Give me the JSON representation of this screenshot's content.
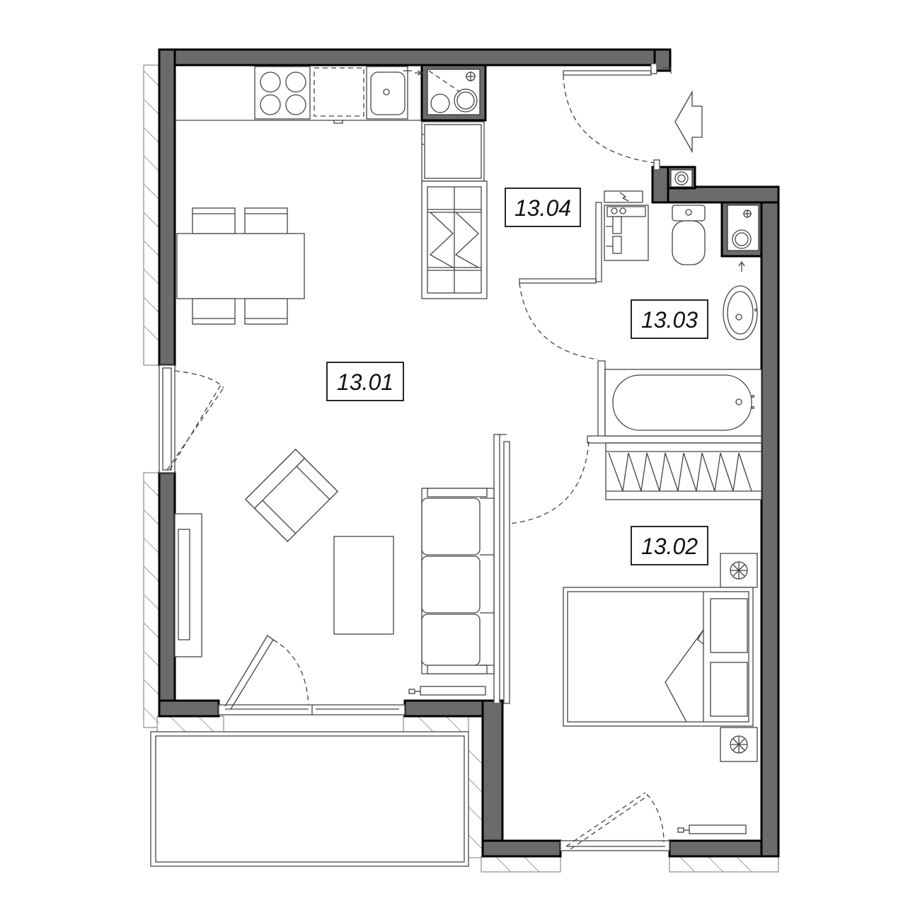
{
  "plan": {
    "rooms": [
      {
        "id": "13.01",
        "label": "13.01"
      },
      {
        "id": "13.02",
        "label": "13.02"
      },
      {
        "id": "13.03",
        "label": "13.03"
      },
      {
        "id": "13.04",
        "label": "13.04"
      }
    ],
    "entrance_arrow": "entrance-arrow-icon",
    "colors": {
      "wall_fill": "#6b6b6b",
      "wall_outline": "#000000",
      "furniture_stroke": "#444444",
      "background": "#ffffff"
    }
  }
}
